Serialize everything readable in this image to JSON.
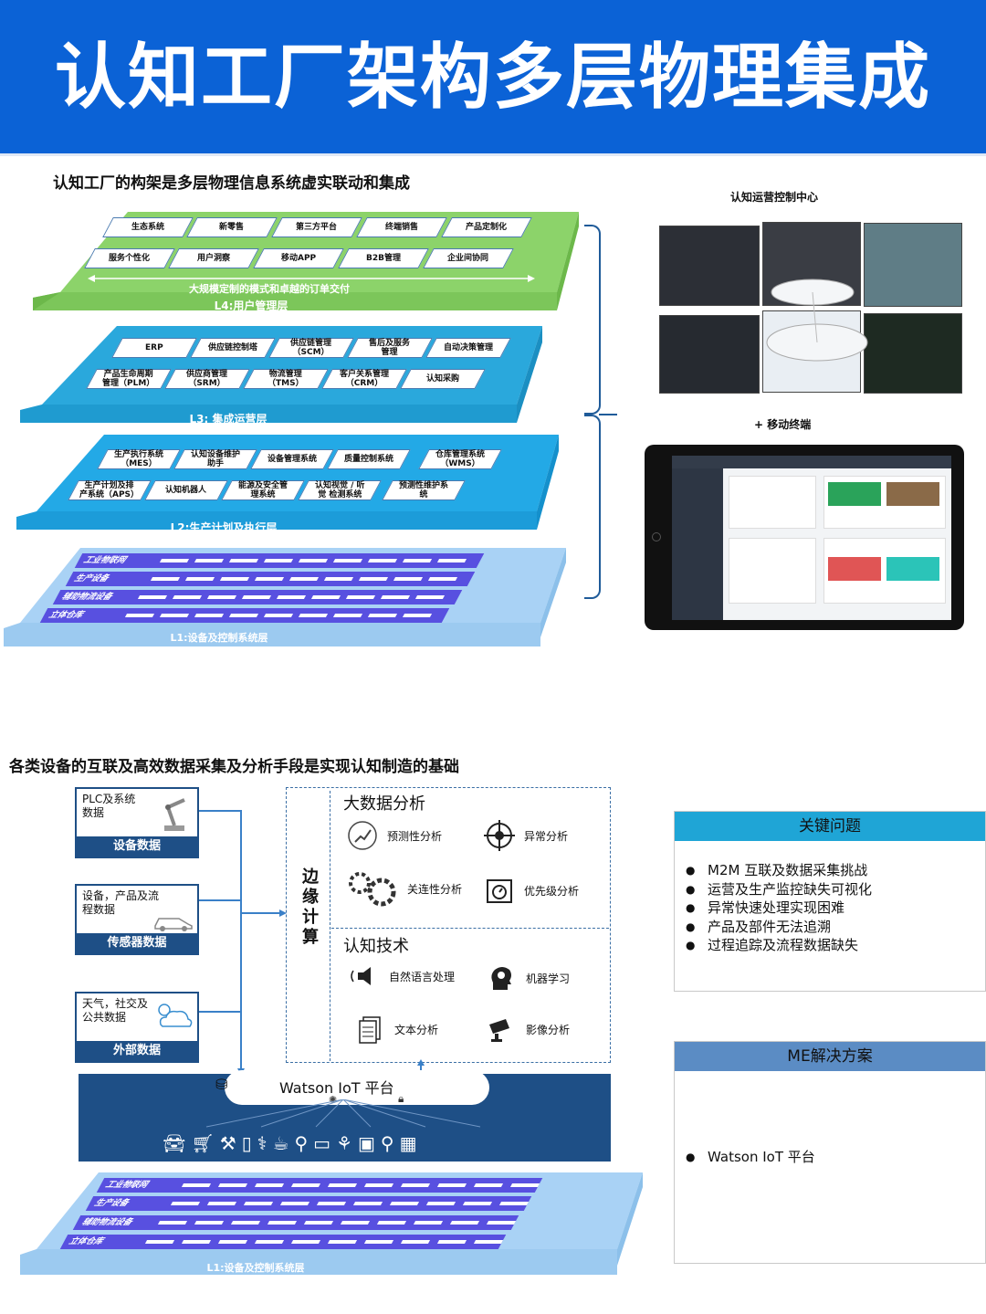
{
  "banner": {
    "title": "认知工厂架构多层物理集成"
  },
  "section1": {
    "heading": "认知工厂的构架是多层物理信息系统虚实联动和集成",
    "l4": {
      "boxes_row1": [
        "生态系统",
        "新零售",
        "第三方平台",
        "终端销售",
        "产品定制化"
      ],
      "boxes_row2": [
        "服务个性化",
        "用户洞察",
        "移动APP",
        "B2B管理",
        "企业间协同"
      ],
      "banner": "大规模定制的模式和卓越的订单交付",
      "label": "L4:用户管理层"
    },
    "l3": {
      "boxes_row1": [
        "ERP",
        "供应链控制塔",
        "供应链管理\n（SCM）",
        "售后及服务\n管理",
        "自动决策管理"
      ],
      "boxes_row2": [
        "产品生命周期\n管理（PLM）",
        "供应商管理\n（SRM）",
        "物流管理\n（TMS）",
        "客户关系管理\n（CRM）",
        "认知采购"
      ],
      "label": "L3: 集成运营层"
    },
    "l2": {
      "boxes_row1": [
        "生产执行系统\n（MES）",
        "认知设备维护\n助手",
        "设备管理系统",
        "质量控制系统",
        "仓库管理系统\n（WMS）"
      ],
      "boxes_row2": [
        "生产计划及排\n产系统（APS）",
        "认知机器人",
        "能源及安全管\n理系统",
        "认知视觉 / 听\n觉 检测系统",
        "预测性维护系\n统"
      ],
      "label": "L2:生产计划及执行层"
    },
    "l1": {
      "rows": [
        "工业物联网",
        "生产设备",
        "辅助物流设备",
        "立体仓库"
      ],
      "label": "L1:设备及控制系统层"
    },
    "right": {
      "caption1": "认知运营控制中心",
      "caption2": "+ 移动终端"
    }
  },
  "section2": {
    "heading": "各类设备的互联及高效数据采集及分析手段是实现认知制造的基础",
    "sources": [
      {
        "text": "PLC及系统\n数据",
        "foot": "设备数据"
      },
      {
        "text": "设备，产品及流\n程数据",
        "foot": "传感器数据"
      },
      {
        "text": "天气，社交及\n公共数据",
        "foot": "外部数据"
      }
    ],
    "edge_label": "边缘计算",
    "bigdata": {
      "title": "大数据分析",
      "tools": [
        "预测性分析",
        "异常分析",
        "关连性分析",
        "优先级分析"
      ]
    },
    "cognitive": {
      "title": "认知技术",
      "tools": [
        "自然语言处理",
        "机器学习",
        "文本分析",
        "影像分析"
      ]
    },
    "watson": "Watson IoT 平台",
    "l1_bottom": {
      "rows": [
        "工业物联网",
        "生产设备",
        "辅助物流设备",
        "立体仓库"
      ],
      "label": "L1:设备及控制系统层"
    },
    "key_issues": {
      "title": "关键问题",
      "items": [
        "M2M 互联及数据采集挑战",
        "运营及生产监控缺失可视化",
        "异常快速处理实现困难",
        "产品及部件无法追溯",
        "过程追踪及流程数据缺失"
      ]
    },
    "solution": {
      "title": "ME解决方案",
      "items": [
        "Watson IoT 平台"
      ]
    }
  },
  "colors": {
    "banner": "#0b62d6",
    "l4": "#8cd36a",
    "l3": "#2aa8dc",
    "l2": "#23a9e6",
    "l1": "#a9d2f5",
    "l1_rows": "#5850e0",
    "navy": "#1e4f86",
    "panel_head": "#1fa5d6",
    "panel_head2": "#5b8cc4"
  }
}
